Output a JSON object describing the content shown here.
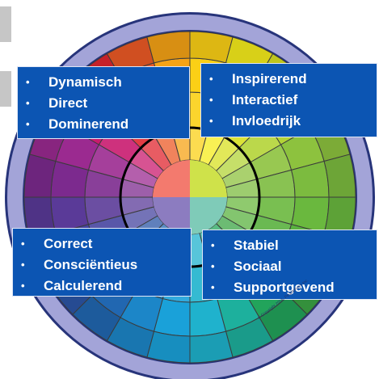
{
  "colors": {
    "box_fill": "#0c55b3",
    "outer_ring": "#a3a4d8",
    "wheel_edge": "#27347a",
    "inner_ring": "#000000"
  },
  "quadrants": {
    "top_left": {
      "items": [
        "Dynamisch",
        "Direct",
        "Dominerend"
      ],
      "colors": [
        "#f6a316",
        "#ec5a26",
        "#e0262f",
        "#c91a6e",
        "#9b2a90",
        "#7c2a8e"
      ]
    },
    "top_right": {
      "items": [
        "Inspirerend",
        "Interactief",
        "Invloedrijk"
      ],
      "colors": [
        "#fbd016",
        "#f6ec1b",
        "#d8e021",
        "#b3d437",
        "#8dc23e",
        "#7cbb3f"
      ]
    },
    "bottom_left": {
      "items": [
        "Correct",
        "Consciëntieus",
        "Calculerend"
      ],
      "colors": [
        "#5a3a98",
        "#46449f",
        "#2b55a6",
        "#2167b1",
        "#1c86c8",
        "#1aa1d9"
      ]
    },
    "bottom_right": {
      "items": [
        "Stabiel",
        "Sociaal",
        "Supportgevend"
      ],
      "colors": [
        "#1fb2cd",
        "#1db09d",
        "#22a45b",
        "#3ba444",
        "#59b13f",
        "#6ab83e"
      ]
    },
    "center_colors": [
      "#f37a6e",
      "#cfe24a",
      "#7fcbb8",
      "#8c7cc0"
    ]
  },
  "copyright": "© Copyright 2016, PeopleKeys Inc."
}
